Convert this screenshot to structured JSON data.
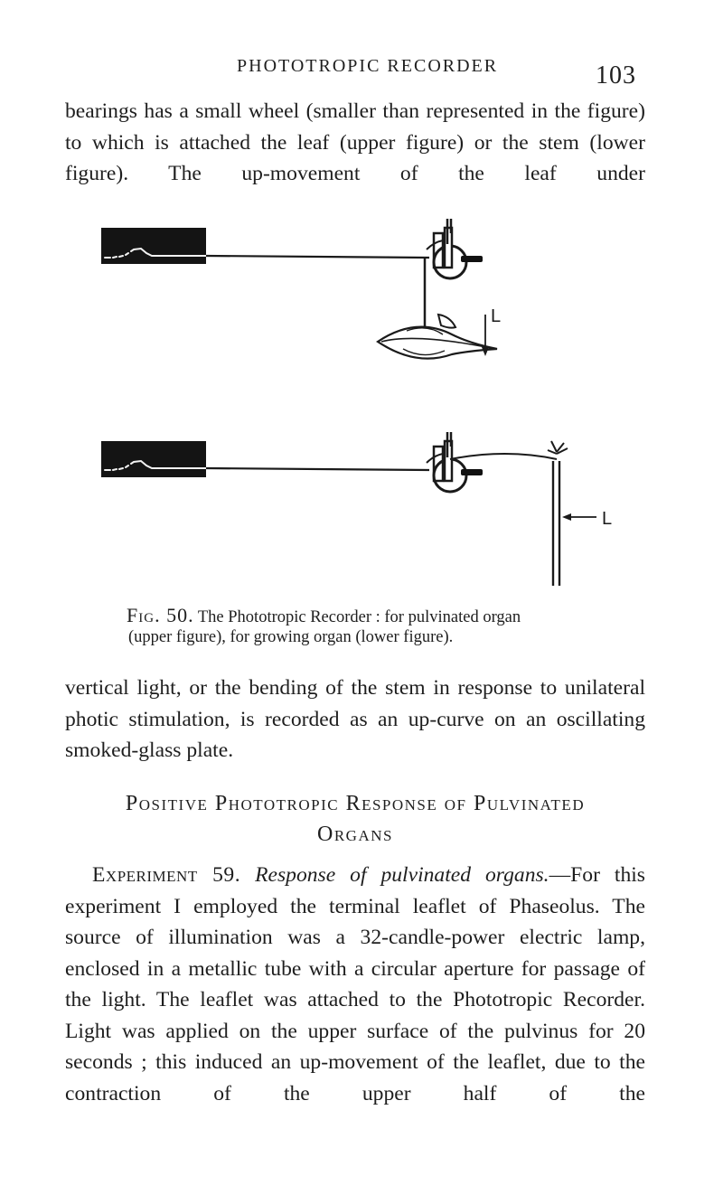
{
  "running_head": {
    "title": "PHOTOTROPIC RECORDER",
    "page_number": "103"
  },
  "paragraph_top": "bearings has a small wheel (smaller than represented in the figure) to which is attached the leaf (upper figure) or the stem (lower figure). The up-movement of the leaf under",
  "figure": {
    "label_upper": "L",
    "label_lower": "L",
    "caption_label": "Fig. 50.",
    "caption_line_1": "The Phototropic Recorder : for pulvinated organ",
    "caption_line_2": "(upper figure), for growing organ (lower figure)."
  },
  "paragraph_mid": "vertical light, or the bending of the stem in response to unilateral photic stimulation, is recorded as an up-curve on an oscillating smoked-glass plate.",
  "section_heading": {
    "line_1": "Positive Phototropic Response of Pulvinated",
    "line_2": "Organs"
  },
  "paragraph_bottom": {
    "label": "Experiment 59.",
    "title": "Response of pulvinated organs.",
    "dash": "—",
    "body": "For this experiment I employed the terminal leaflet of Phaseolus. The source of illumination was a 32-candle-power electric lamp, enclosed in a metallic tube with a circular aperture for passage of the light. The leaflet was attached to the Photo­tropic Recorder. Light was applied on the upper surface of the pulvinus for 20 seconds ; this induced an up-movement of the leaflet, due to the contraction of the upper half of the"
  }
}
